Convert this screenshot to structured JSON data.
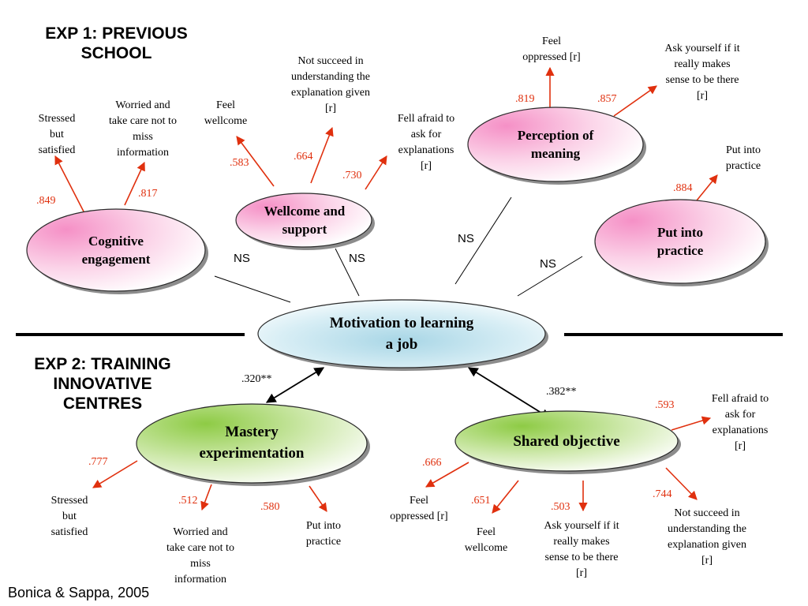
{
  "headers": {
    "exp1": "EXP 1: PREVIOUS\nSCHOOL",
    "exp2": "EXP 2: TRAINING\nINNOVATIVE\nCENTRES"
  },
  "center": {
    "label": "Motivation to learning\na job"
  },
  "exp1": {
    "cognitive": {
      "label": "Cognitive\nengagement",
      "loadings": [
        ".849",
        ".817"
      ],
      "indicators": [
        "Stressed\nbut\nsatisfied",
        "Worried and\ntake care not to\nmiss\ninformation"
      ]
    },
    "wellcome": {
      "label": "Wellcome and\nsupport",
      "loadings": [
        ".583",
        ".664",
        ".730"
      ],
      "indicators": [
        "Feel\nwellcome",
        "Not succeed in\nunderstanding the\nexplanation given\n[r]",
        "Fell afraid to\nask for\nexplanations\n[r]"
      ]
    },
    "meaning": {
      "label": "Perception of\nmeaning",
      "loadings": [
        ".819",
        ".857"
      ],
      "indicators": [
        "Feel\noppressed [r]",
        "Ask yourself if it\nreally makes\nsense to be there\n[r]"
      ]
    },
    "practice": {
      "label": "Put into\npractice",
      "loadings": [
        ".884"
      ],
      "indicators": [
        "Put into\npractice"
      ]
    },
    "paths": [
      "NS",
      "NS",
      "NS",
      "NS"
    ]
  },
  "exp2": {
    "mastery": {
      "label": "Mastery\nexperimentation",
      "path": ".320**",
      "loadings": [
        ".777",
        ".512",
        ".580"
      ],
      "indicators": [
        "Stressed\nbut\nsatisfied",
        "Worried and\ntake care not to\nmiss\ninformation",
        "Put into\npractice"
      ]
    },
    "shared": {
      "label": "Shared objective",
      "path": ".382**",
      "loadings": [
        ".593",
        ".666",
        ".651",
        ".503",
        ".744"
      ],
      "indicators": [
        "Fell afraid to\nask for\nexplanations\n[r]",
        "Feel\noppressed [r]",
        "Feel\nwellcome",
        "Ask yourself if it\nreally makes\nsense to be there\n[r]",
        "Not succeed in\nunderstanding the\nexplanation given\n[r]"
      ]
    }
  },
  "credit": "Bonica & Sappa, 2005",
  "colors": {
    "arrow_red": "#e0300e",
    "pink": "#f6a3cf",
    "green": "#9bd05a",
    "blue": "#b9dfea",
    "black": "#000000"
  }
}
